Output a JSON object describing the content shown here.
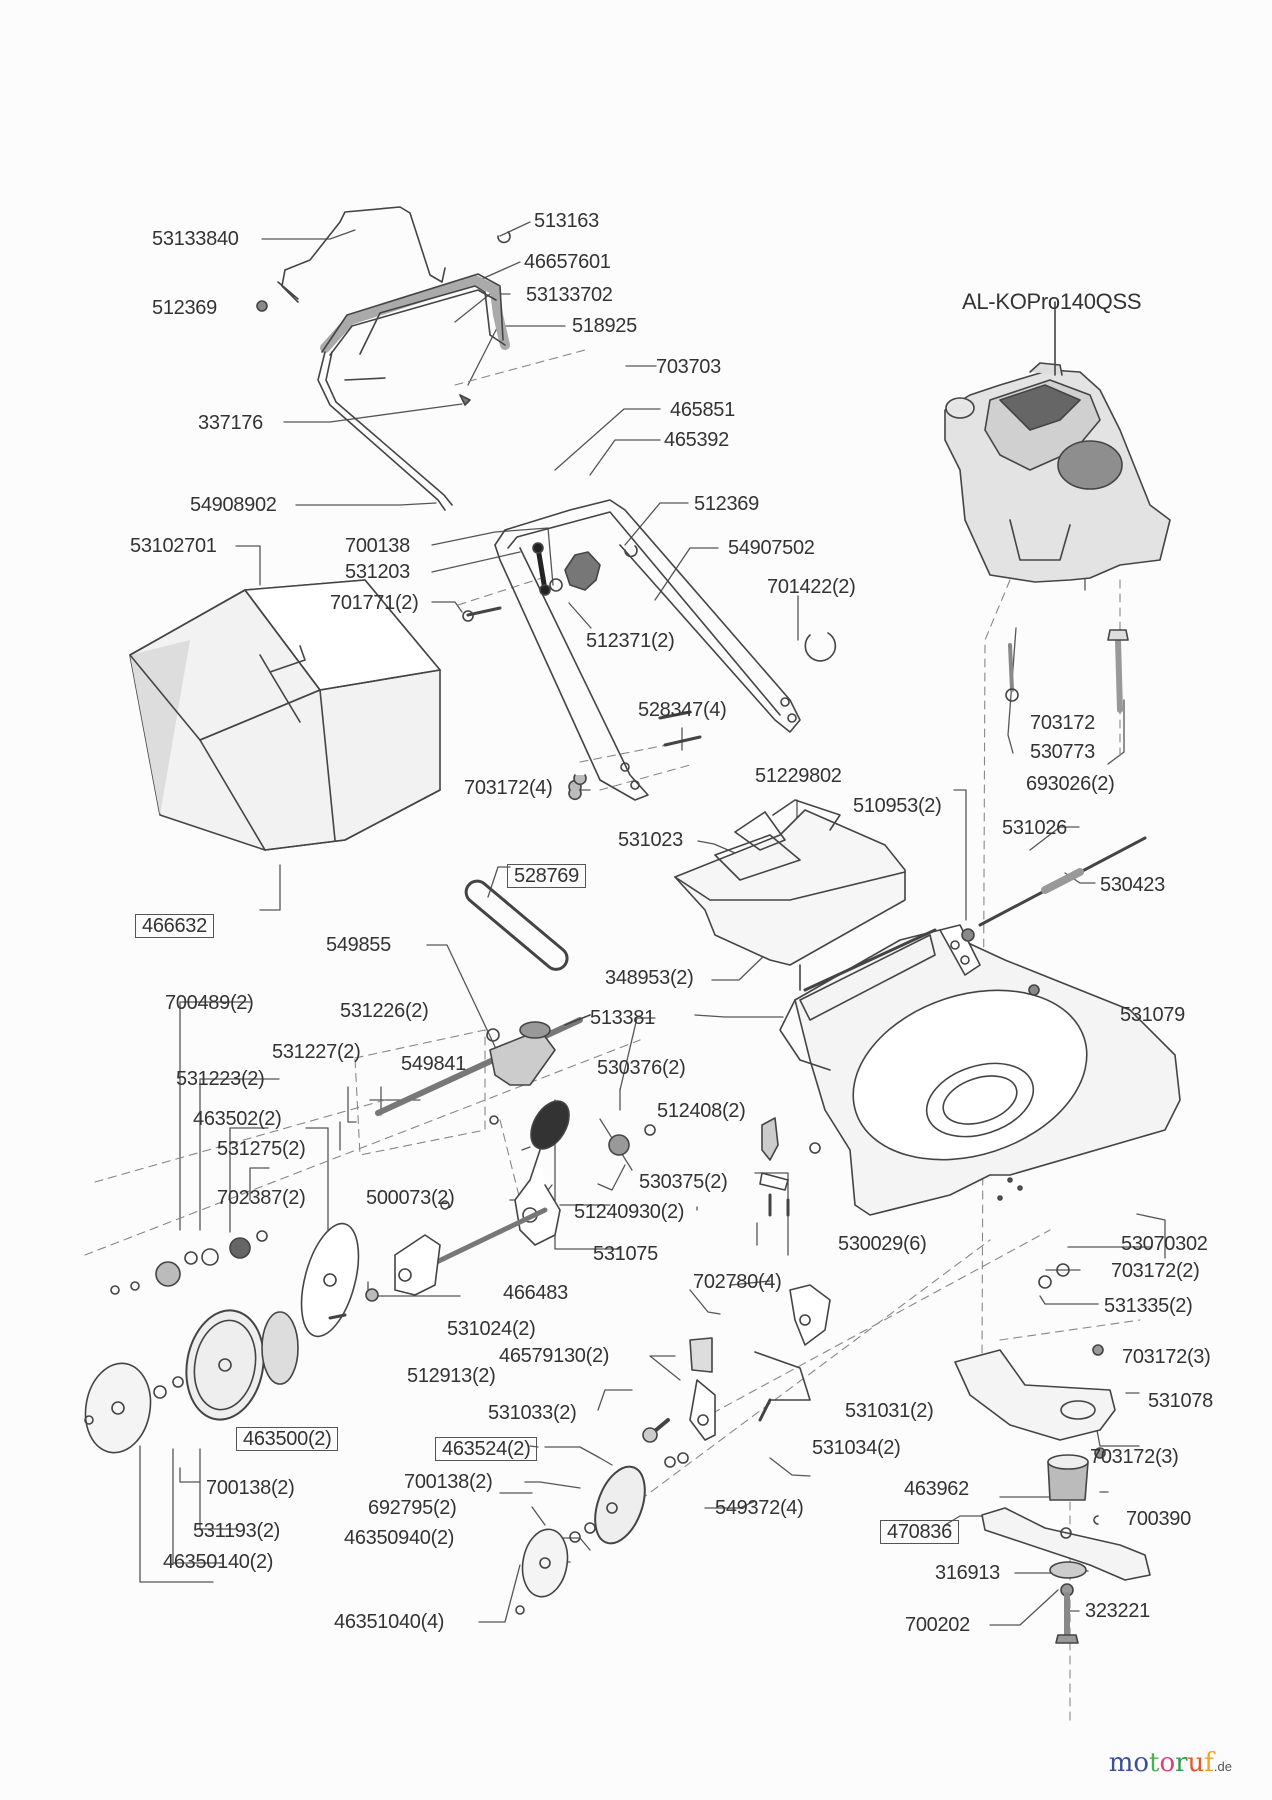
{
  "diagram": {
    "engine_model": "AL-KOPro140QSS",
    "labels": {
      "l53133840": "53133840",
      "l513163": "513163",
      "l46657601": "46657601",
      "l53133702": "53133702",
      "l512369a": "512369",
      "l518925": "518925",
      "l703703": "703703",
      "l337176": "337176",
      "l465851": "465851",
      "l465392": "465392",
      "l54908902": "54908902",
      "l512369b": "512369",
      "l53102701": "53102701",
      "l700138": "700138",
      "l54907502": "54907502",
      "l531203": "531203",
      "l701422": "701422(2)",
      "l701771": "701771(2)",
      "l512371": "512371(2)",
      "l703172": "703172",
      "l530773": "530773",
      "l693026": "693026(2)",
      "l528347": "528347(4)",
      "l51229802": "51229802",
      "l703172_4": "703172(4)",
      "l510953": "510953(2)",
      "l531023": "531023",
      "l531026": "531026",
      "l528769": "528769",
      "l530423": "530423",
      "l466632": "466632",
      "l549855": "549855",
      "l348953": "348953(2)",
      "l531079": "531079",
      "l700489": "700489(2)",
      "l513381": "513381",
      "l531226": "531226(2)",
      "l531227": "531227(2)",
      "l531223": "531223(2)",
      "l549841": "549841",
      "l530376": "530376(2)",
      "l463502": "463502(2)",
      "l512408": "512408(2)",
      "l531275": "531275(2)",
      "l500073": "500073(2)",
      "l530375": "530375(2)",
      "l702387": "702387(2)",
      "l51240930": "51240930(2)",
      "l530029": "530029(6)",
      "l53070302": "53070302",
      "l531075": "531075",
      "l703172_2": "703172(2)",
      "l702780": "702780(4)",
      "l466483": "466483",
      "l531335": "531335(2)",
      "l531024": "531024(2)",
      "l46579130": "46579130(2)",
      "l703172_3a": "703172(3)",
      "l512913": "512913(2)",
      "l531031": "531031(2)",
      "l531078": "531078",
      "l531033": "531033(2)",
      "l463500": "463500(2)",
      "l463524": "463524(2)",
      "l531034": "531034(2)",
      "l703172_3b": "703172(3)",
      "l700138_2a": "700138(2)",
      "l463962": "463962",
      "l549372": "549372(4)",
      "l700138_2b": "700138(2)",
      "l700390": "700390",
      "l692795": "692795(2)",
      "l470836": "470836",
      "l531193": "531193(2)",
      "l46350940": "46350940(2)",
      "l316913": "316913",
      "l46350140": "46350140(2)",
      "l323221": "323221",
      "l700202": "700202",
      "l46351040": "46351040(4)"
    }
  },
  "watermark": {
    "brand": "motoruf",
    "tld": ".de",
    "letter_colors": [
      "#3a4f9c",
      "#3a4f9c",
      "#4caf50",
      "#e0407a",
      "#2e9d4a",
      "#e8562a",
      "#f2a51a"
    ]
  }
}
